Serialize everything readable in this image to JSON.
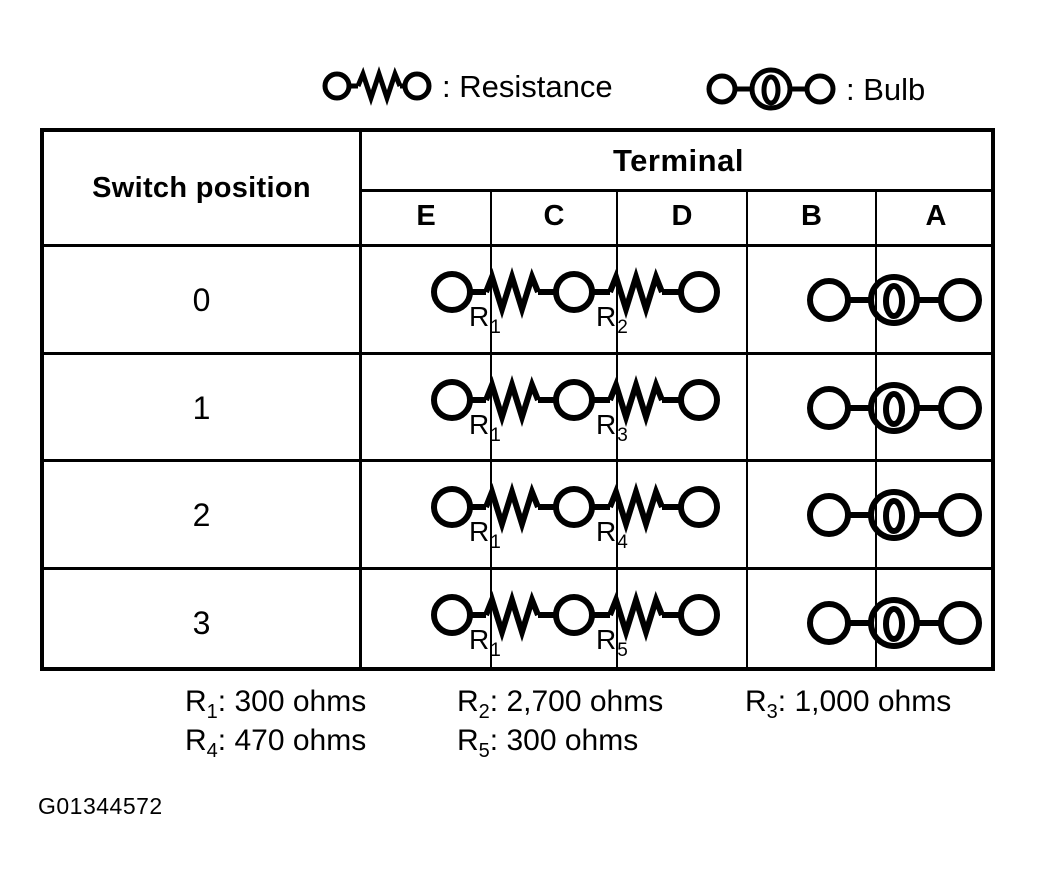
{
  "legend": {
    "items": [
      {
        "symbol": "resistance-symbol",
        "label": ": Resistance"
      },
      {
        "symbol": "bulb-symbol",
        "label": ": Bulb"
      }
    ]
  },
  "table": {
    "row_header_label": "Switch position",
    "group_header_label": "Terminal",
    "terminal_columns": [
      "E",
      "C",
      "D",
      "B",
      "A"
    ],
    "rows": [
      {
        "switch_position": "0",
        "resistor_left": "R",
        "resistor_left_sub": "1",
        "resistor_right": "R",
        "resistor_right_sub": "2",
        "bulb": "bulb-symbol"
      },
      {
        "switch_position": "1",
        "resistor_left": "R",
        "resistor_left_sub": "1",
        "resistor_right": "R",
        "resistor_right_sub": "3",
        "bulb": "bulb-symbol"
      },
      {
        "switch_position": "2",
        "resistor_left": "R",
        "resistor_left_sub": "1",
        "resistor_right": "R",
        "resistor_right_sub": "4",
        "bulb": "bulb-symbol"
      },
      {
        "switch_position": "3",
        "resistor_left": "R",
        "resistor_left_sub": "1",
        "resistor_right": "R",
        "resistor_right_sub": "5",
        "bulb": "bulb-symbol"
      }
    ]
  },
  "notes": {
    "line1": [
      {
        "name": "R",
        "sub": "1",
        "value": ": 300 ohms"
      },
      {
        "name": "R",
        "sub": "2",
        "value": ": 2,700 ohms"
      },
      {
        "name": "R",
        "sub": "3",
        "value": ": 1,000 ohms"
      }
    ],
    "line2": [
      {
        "name": "R",
        "sub": "4",
        "value": ": 470 ohms"
      },
      {
        "name": "R",
        "sub": "5",
        "value": ": 300 ohms"
      }
    ]
  },
  "figure_id": "G01344572",
  "colors": {
    "ink": "#000000",
    "paper": "#ffffff"
  }
}
